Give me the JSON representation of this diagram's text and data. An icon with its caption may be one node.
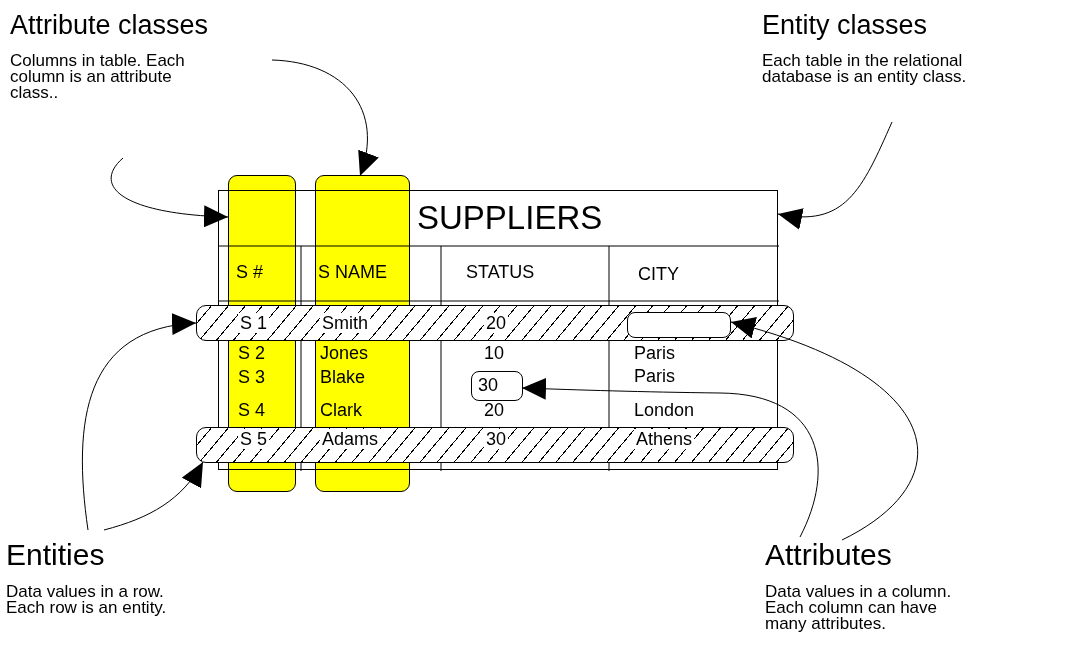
{
  "diagram": {
    "nodes": [
      {
        "text": [
          "Attribute classes",
          "Columns in table. Each column is an attribute class.."
        ]
      },
      {
        "text": [
          "Entity classes",
          "Each table in the relational database is an entity class."
        ]
      },
      {
        "text": [
          "Entities",
          "Data values in a row. Each row is an entity."
        ]
      },
      {
        "text": [
          "Attributes",
          "Data values in a column. Each column can have many attributes."
        ]
      },
      {
        "text": [
          "SUPPLIERS"
        ]
      },
      {
        "text": [],
        "shape": "bar"
      },
      {
        "text": [],
        "shape": "bar"
      },
      {
        "text": [],
        "shape": "bar"
      },
      {
        "text": [],
        "shape": "bar"
      },
      {
        "text": [],
        "shape": "box",
        "in": 7
      },
      {
        "text": [
          "30"
        ],
        "in": 4
      }
    ],
    "edges": [
      {
        "from": 0,
        "to": 5,
        "arrow": "to"
      },
      {
        "from": 0,
        "to": 6,
        "arrow": "to"
      },
      {
        "from": 1,
        "to": 4,
        "arrow": "to"
      },
      {
        "from": 2,
        "to": 7,
        "arrow": "to"
      },
      {
        "from": 2,
        "to": 8,
        "arrow": "to"
      },
      {
        "from": 3,
        "to": 10,
        "arrow": "to"
      },
      {
        "from": 3,
        "to": 9,
        "arrow": "to"
      }
    ],
    "labels": [
      "S #",
      "S NAME",
      "STATUS",
      "CITY",
      "S 1",
      "Smith",
      "20",
      "S 2",
      "Jones",
      "10",
      "Paris",
      "S 3",
      "Blake",
      "Paris",
      "S 4",
      "Clark",
      "20",
      "London",
      "S 5",
      "Adams",
      "30",
      "Athens"
    ]
  }
}
